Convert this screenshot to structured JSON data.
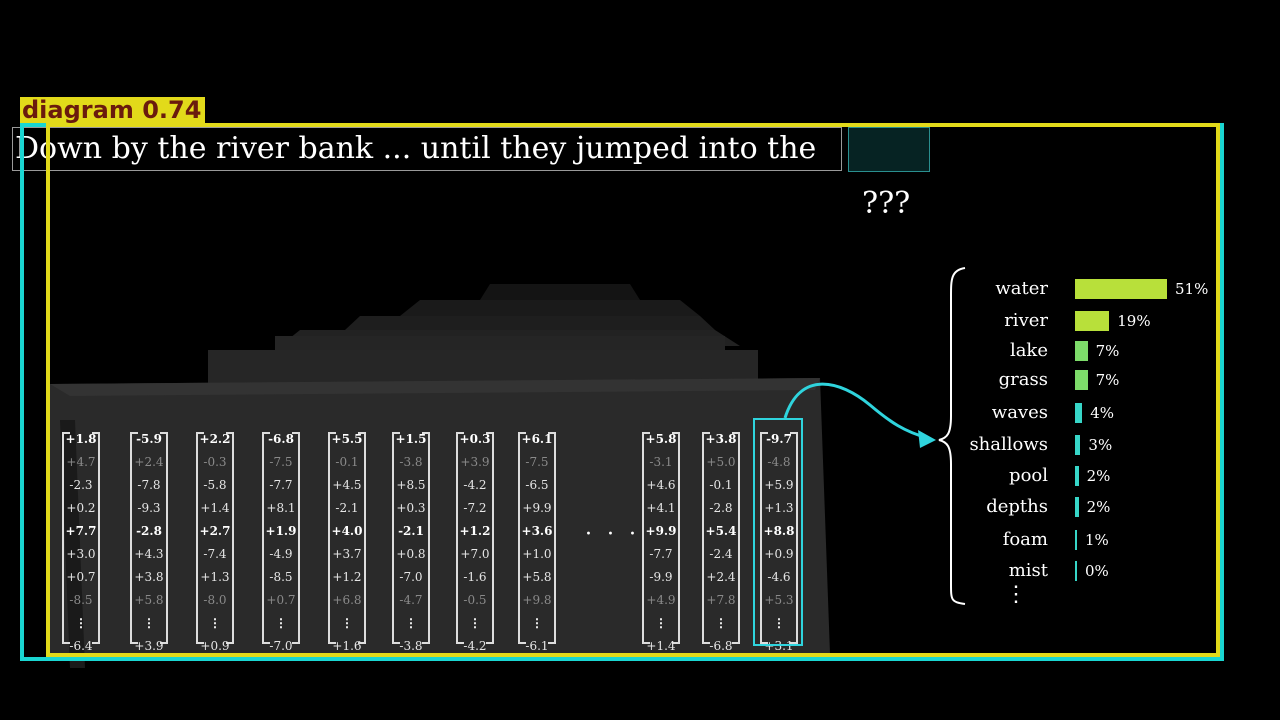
{
  "detection": {
    "label": "diagram",
    "score": "0.74"
  },
  "prompt": {
    "text": "Down by the river bank ... until they jumped into the",
    "question": "???"
  },
  "ellipsis": "· · ·",
  "vectors": [
    [
      "+1.8",
      "+4.7",
      "-2.3",
      "+0.2",
      "+7.7",
      "+3.0",
      "+0.7",
      "-8.5",
      "⋮",
      "-6.4"
    ],
    [
      "-5.9",
      "+2.4",
      "-7.8",
      "-9.3",
      "-2.8",
      "+4.3",
      "+3.8",
      "+5.8",
      "⋮",
      "+3.9"
    ],
    [
      "+2.2",
      "-0.3",
      "-5.8",
      "+1.4",
      "+2.7",
      "-7.4",
      "+1.3",
      "-8.0",
      "⋮",
      "+0.9"
    ],
    [
      "-6.8",
      "-7.5",
      "-7.7",
      "+8.1",
      "+1.9",
      "-4.9",
      "-8.5",
      "+0.7",
      "⋮",
      "-7.0"
    ],
    [
      "+5.5",
      "-0.1",
      "+4.5",
      "-2.1",
      "+4.0",
      "+3.7",
      "+1.2",
      "+6.8",
      "⋮",
      "+1.6"
    ],
    [
      "+1.5",
      "-3.8",
      "+8.5",
      "+0.3",
      "-2.1",
      "+0.8",
      "-7.0",
      "-4.7",
      "⋮",
      "-3.8"
    ],
    [
      "+0.3",
      "+3.9",
      "-4.2",
      "-7.2",
      "+1.2",
      "+7.0",
      "-1.6",
      "-0.5",
      "⋮",
      "-4.2"
    ],
    [
      "+6.1",
      "-7.5",
      "-6.5",
      "+9.9",
      "+3.6",
      "+1.0",
      "+5.8",
      "+9.8",
      "⋮",
      "-6.1"
    ],
    [
      "+5.8",
      "-3.1",
      "+4.6",
      "+4.1",
      "+9.9",
      "-7.7",
      "-9.9",
      "+4.9",
      "⋮",
      "+1.4"
    ],
    [
      "+3.8",
      "+5.0",
      "-0.1",
      "-2.8",
      "+5.4",
      "-2.4",
      "+2.4",
      "+7.8",
      "⋮",
      "-6.8"
    ],
    [
      "-9.7",
      "-4.8",
      "+5.9",
      "+1.3",
      "+8.8",
      "+0.9",
      "-4.6",
      "+5.3",
      "⋮",
      "+3.1"
    ]
  ],
  "predictions": [
    {
      "word": "water",
      "pct": "51%",
      "value": 51
    },
    {
      "word": "river",
      "pct": "19%",
      "value": 19
    },
    {
      "word": "lake",
      "pct": "7%",
      "value": 7
    },
    {
      "word": "grass",
      "pct": "7%",
      "value": 7
    },
    {
      "word": "waves",
      "pct": "4%",
      "value": 4
    },
    {
      "word": "shallows",
      "pct": "3%",
      "value": 3
    },
    {
      "word": "pool",
      "pct": "2%",
      "value": 2
    },
    {
      "word": "depths",
      "pct": "2%",
      "value": 2
    },
    {
      "word": "foam",
      "pct": "1%",
      "value": 1
    },
    {
      "word": "mist",
      "pct": "0%",
      "value": 0
    }
  ],
  "more": "⋮",
  "colors": {
    "highlight": "#2fd4dd",
    "detect_cyan": "#1ad6d2",
    "detect_yellow": "#e2da1a",
    "bar_high": "#b8e03a",
    "bar_low": "#37d6c8"
  }
}
